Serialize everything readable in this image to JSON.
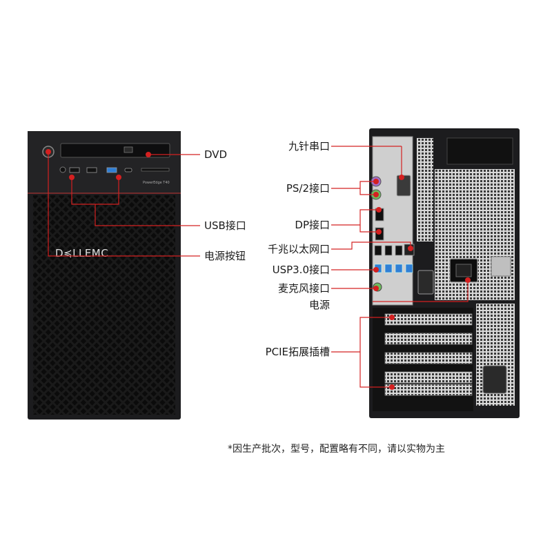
{
  "product": {
    "brand_logo": "D≼LLEMC",
    "model_badge": "PowerEdge T40"
  },
  "front_callouts": {
    "dvd": "DVD",
    "usb": "USB接口",
    "power_button": "电源按钮"
  },
  "rear_callouts": {
    "serial": "九针串口",
    "ps2": "PS/2接口",
    "dp": "DP接口",
    "ethernet": "千兆以太网口",
    "usb3": "USP3.0接口",
    "mic": "麦克风接口",
    "power": "电源",
    "pcie": "PCIE拓展插槽"
  },
  "footnote": "*因生产批次，型号，配置略有不同，请以实物为主",
  "colors": {
    "callout": "#d42020",
    "chassis": "#1c1c1e",
    "usb3_port": "#2f7fd6"
  }
}
